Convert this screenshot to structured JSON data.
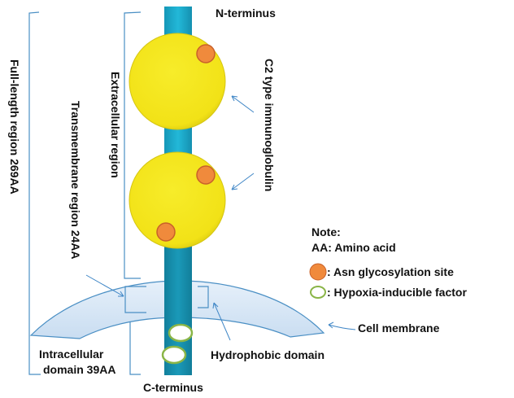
{
  "diagram": {
    "title": "Protein domain structure",
    "labels": {
      "n_terminus": "N-terminus",
      "c_terminus": "C-terminus",
      "full_length": "Full-length region 269AA",
      "transmembrane": "Transmembrane region 24AA",
      "extracellular": "Extracellular region",
      "c2_immunoglobulin": "C2 type immunoglobulin",
      "intracellular_line1": "Intracellular",
      "intracellular_line2": "domain 39AA",
      "hydrophobic": "Hydrophobic domain",
      "cell_membrane": "Cell membrane"
    },
    "legend": {
      "note": "Note:",
      "aa": "AA: Amino acid",
      "items": [
        {
          "label": ": Asn glycosylation site",
          "symbol": "filled-orange-circle"
        },
        {
          "label": ": Hypoxia-inducible factor",
          "symbol": "green-outline-ellipse"
        }
      ]
    },
    "domains": [
      {
        "name": "C2 type immunoglobulin domain 1",
        "glycosylation_sites": 1
      },
      {
        "name": "C2 type immunoglobulin domain 2",
        "glycosylation_sites": 2
      }
    ],
    "intracellular_hif_sites": 2,
    "colors": {
      "rod": "#1aa9c9",
      "rod_dark": "#1589a8",
      "domain": "#f3e51b",
      "glycosylation": "#f08a3c",
      "glycosylation_stroke": "#c8612a",
      "hif_stroke": "#8ab547",
      "membrane_fill": "#d6e6f5",
      "membrane_stroke": "#4a8fc4",
      "bracket": "#4a8fc4"
    }
  }
}
